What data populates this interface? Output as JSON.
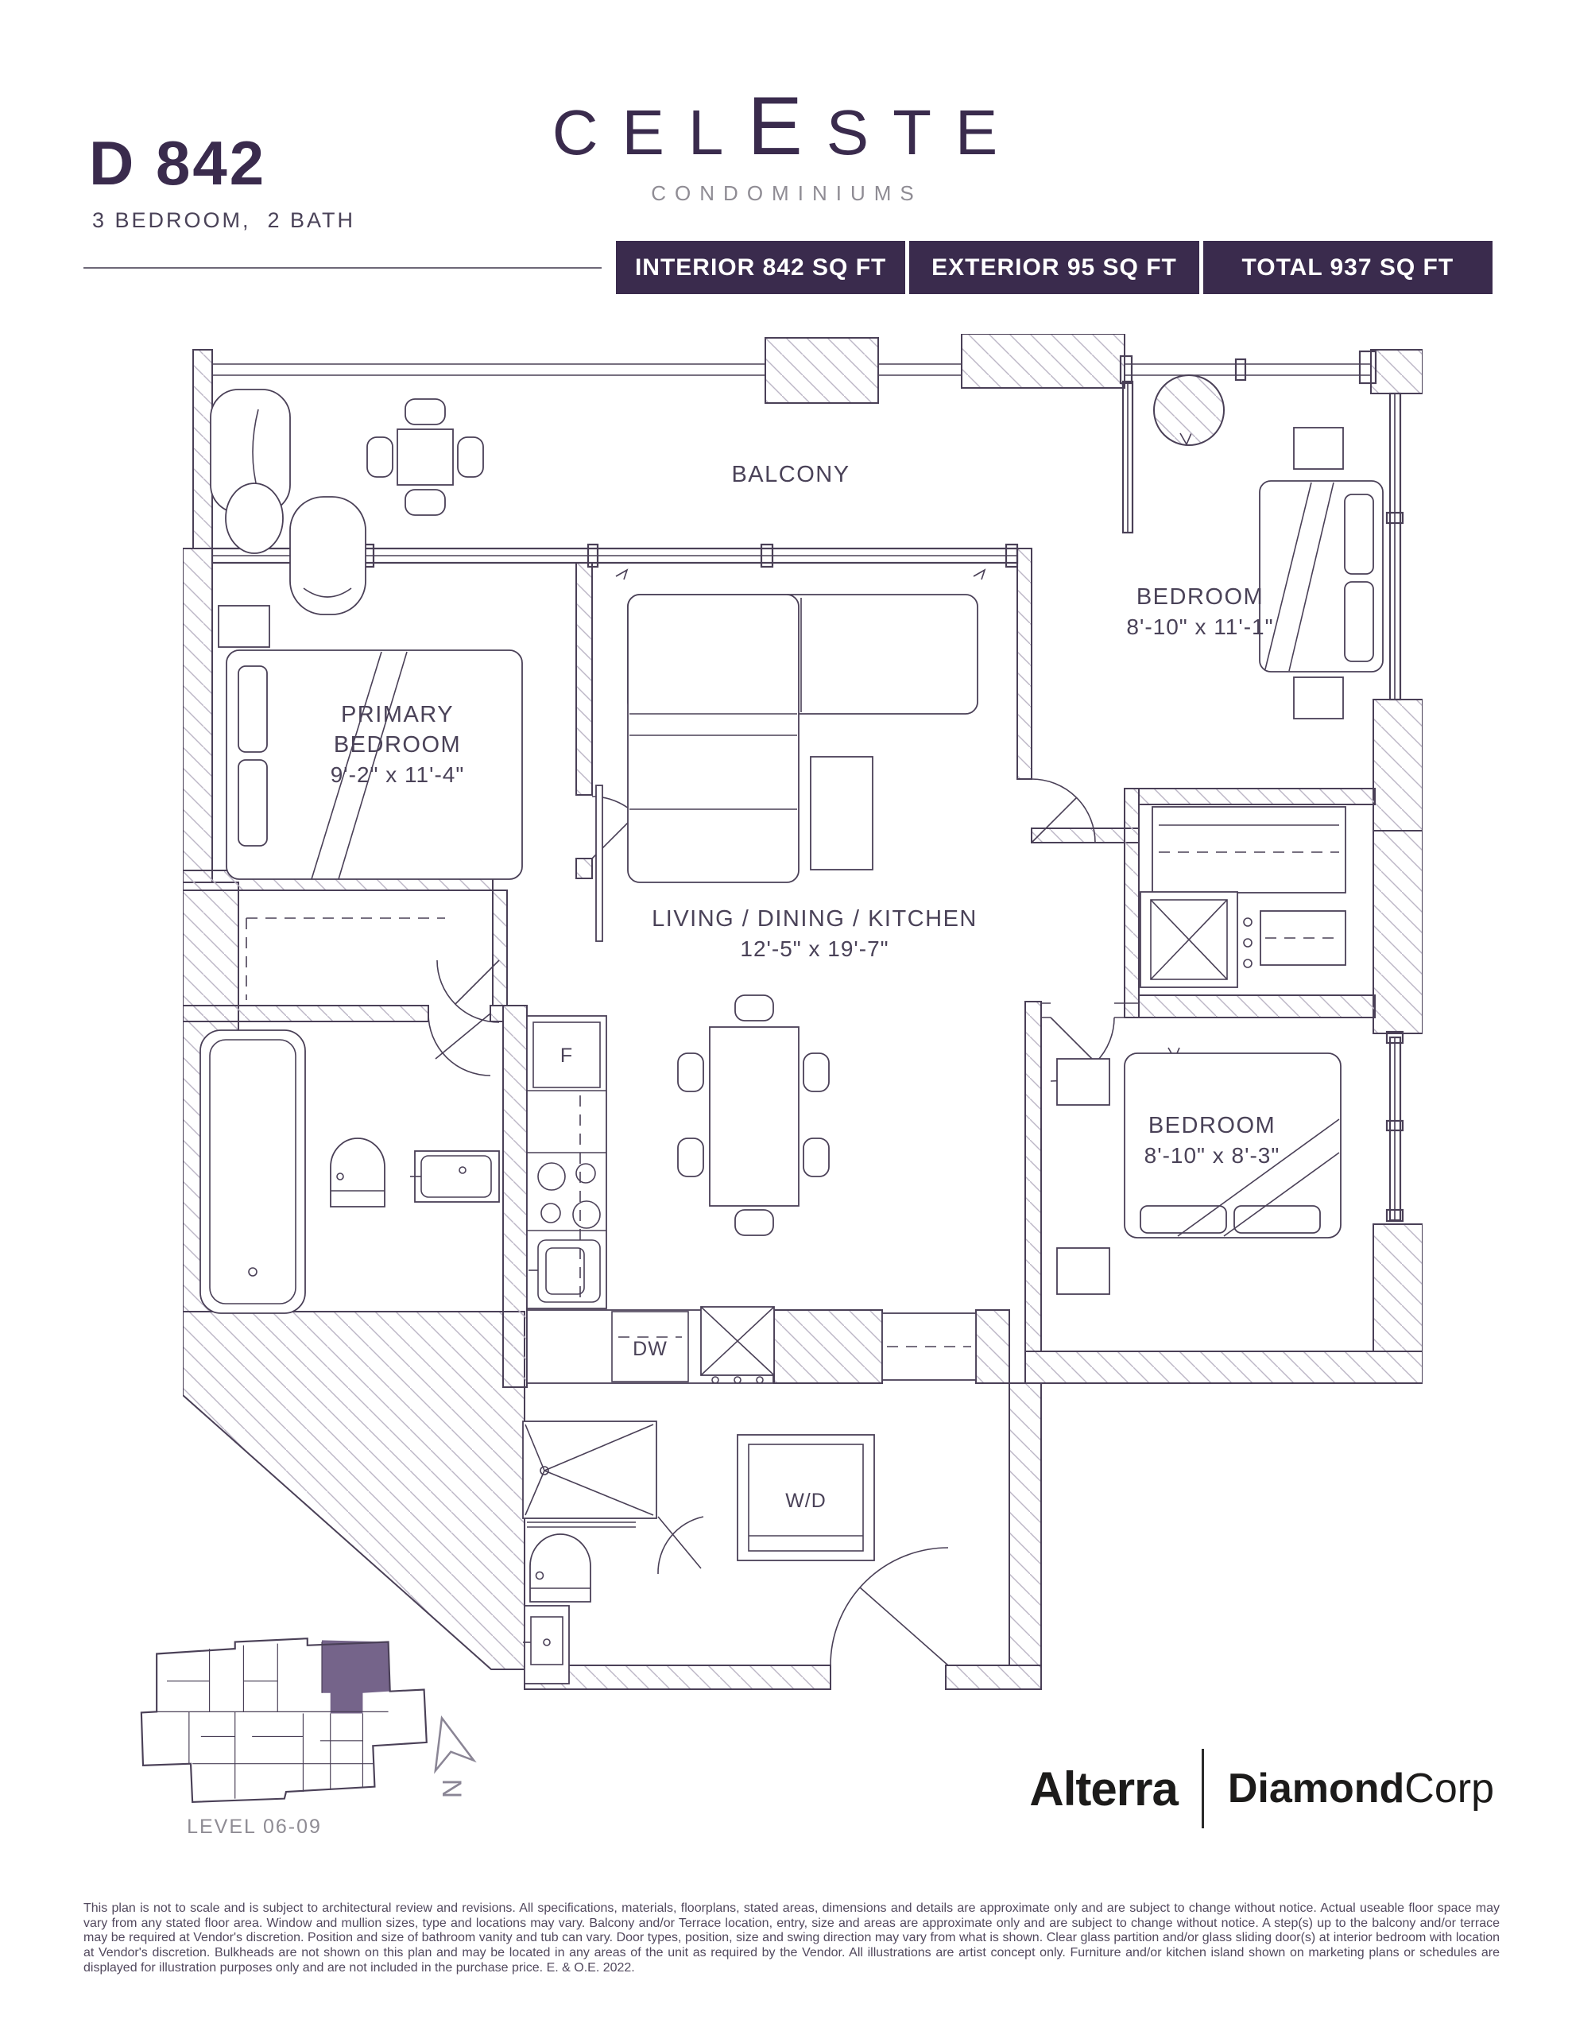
{
  "header": {
    "unit_code": "D 842",
    "unit_subtitle": "3 BEDROOM,  2 BATH",
    "brand": {
      "part1": "CEL",
      "part2": "E",
      "part3": "STE",
      "subtitle": "CONDOMINIUMS"
    },
    "stats": [
      {
        "label": "INTERIOR 842 SQ FT"
      },
      {
        "label": "EXTERIOR 95 SQ FT"
      },
      {
        "label": "TOTAL 937 SQ FT"
      }
    ]
  },
  "floorplan": {
    "balcony": {
      "label": "BALCONY"
    },
    "primary_bedroom": {
      "line1": "PRIMARY",
      "line2": "BEDROOM",
      "dims": "9'-2\" x 11'-4\""
    },
    "bedroom2": {
      "name": "BEDROOM",
      "dims": "8'-10\" x 11'-1\""
    },
    "living": {
      "name": "LIVING / DINING / KITCHEN",
      "dims": "12'-5\" x 19'-7\""
    },
    "bedroom3": {
      "name": "BEDROOM",
      "dims": "8'-10\" x 8'-3\""
    },
    "appliances": {
      "fridge": "F",
      "dishwasher": "DW",
      "washer_dryer": "W/D"
    }
  },
  "keyplan": {
    "level": "LEVEL 06-09",
    "north": "N"
  },
  "footer": {
    "logo_alterra": "Alterra",
    "logo_diamond_bold": "Diamond",
    "logo_diamond_light": "Corp",
    "disclaimer": "This plan is not to scale and is subject to architectural review and revisions. All specifications, materials, floorplans, stated areas, dimensions and details are approximate only and are subject to change without notice. Actual useable floor space may vary from any stated floor area. Window and mullion sizes, type and locations may vary. Balcony and/or Terrace location, entry, size and areas are approximate only and are subject to change without notice.  A step(s) up to the balcony and/or terrace may be required at Vendor's discretion.  Position and size of bathroom vanity and tub can vary.  Door types, position, size and swing direction may vary from what is shown. Clear glass partition and/or glass sliding door(s) at interior bedroom with location at Vendor's discretion. Bulkheads are not shown on this plan and may be located in any areas of the unit as required by the Vendor. All illustrations are artist concept only. Furniture and/or kitchen island shown on marketing plans or schedules are displayed for illustration purposes only and are not included in the purchase price. E. & O.E. 2022."
  }
}
